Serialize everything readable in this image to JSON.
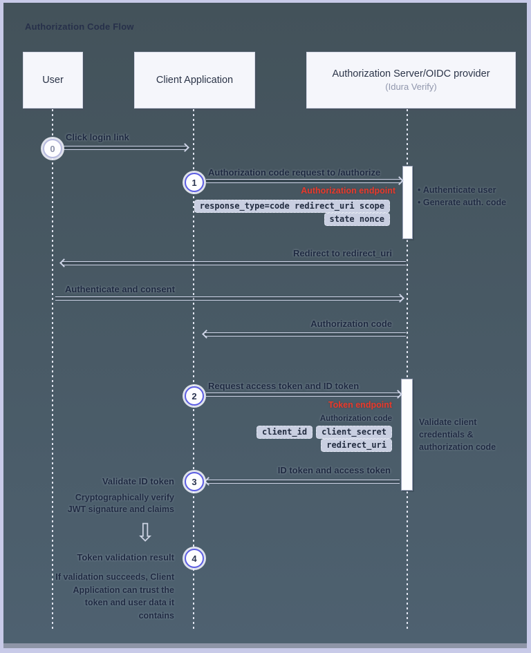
{
  "title": "Authorization Code Flow",
  "colors": {
    "background": "#4a5b65",
    "frame": "#c8cae8",
    "accent_purple": "#5b5ce2",
    "endpoint_red": "#e73a2c",
    "chip_bg": "#c9cfe1"
  },
  "icons": {
    "down_arrow": "⇩",
    "bullet": "•"
  },
  "actors": {
    "user": {
      "label": "User"
    },
    "client": {
      "label": "Client Application"
    },
    "server": {
      "label": "Authorization Server/OIDC provider",
      "sublabel": "(Idura Verify)"
    }
  },
  "steps": {
    "s0": {
      "num": "0",
      "label": "Click login link"
    },
    "s1": {
      "num": "1",
      "label": "Authorization code request to /authorize",
      "endpoint": "Authorization endpoint",
      "params_line1": "response_type=code redirect_uri scope",
      "params_line2": "state nonce",
      "server_notes": [
        "Authenticate user",
        "Generate auth. code"
      ]
    },
    "redirect": {
      "label": "Redirect to redirect_uri"
    },
    "consent": {
      "label": "Authenticate and consent"
    },
    "authcode": {
      "label": "Authorization code"
    },
    "s2": {
      "num": "2",
      "label": "Request access token and ID token",
      "endpoint": "Token endpoint",
      "param_plain": "Authorization code",
      "chips": [
        "client_id",
        "client_secret",
        "redirect_uri"
      ],
      "server_note_lines": [
        "Validate client",
        "credentials &",
        "authorization code"
      ]
    },
    "s3": {
      "num": "3",
      "label": "ID token and access token",
      "heading": "Validate ID token",
      "note_lines": [
        "Cryptographically verify",
        "JWT signature and claims"
      ]
    },
    "s4": {
      "num": "4",
      "heading": "Token validation result",
      "note_lines": [
        "If validation succeeds, Client",
        "Application can trust the",
        "token and user data it",
        "contains"
      ]
    }
  }
}
